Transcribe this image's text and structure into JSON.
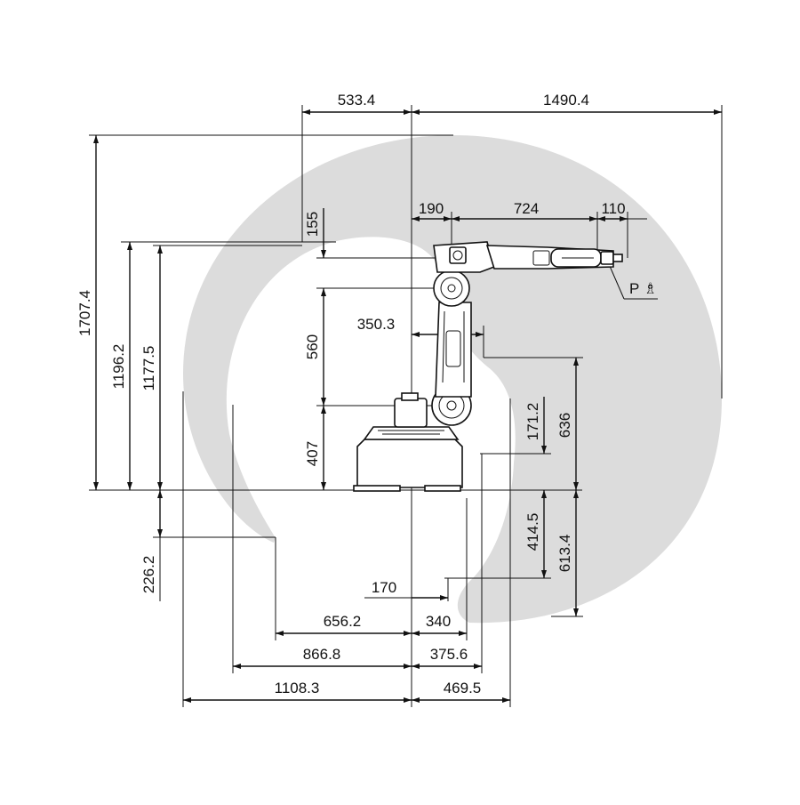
{
  "diagram": {
    "envelope_color": "#dcdcdc",
    "line_color": "#111111",
    "top": {
      "rear_reach": "533.4",
      "front_reach": "1490.4"
    },
    "arm": {
      "dim_190": "190",
      "dim_724": "724",
      "dim_110": "110",
      "wrist_point": "P",
      "dim_155": "155",
      "dim_560": "560",
      "dim_407": "407",
      "dim_350_3": "350.3"
    },
    "left": {
      "total_height": "1707.4",
      "height_a": "1196.2",
      "height_b": "1177.5",
      "below_base": "226.2"
    },
    "right": {
      "dim_171_2": "171.2",
      "dim_636": "636",
      "dim_414_5": "414.5",
      "dim_613_4": "613.4"
    },
    "bottom": {
      "dim_170": "170",
      "dim_656_2": "656.2",
      "dim_340": "340",
      "dim_866_8": "866.8",
      "dim_375_6": "375.6",
      "dim_1108_3": "1108.3",
      "dim_469_5": "469.5"
    }
  }
}
